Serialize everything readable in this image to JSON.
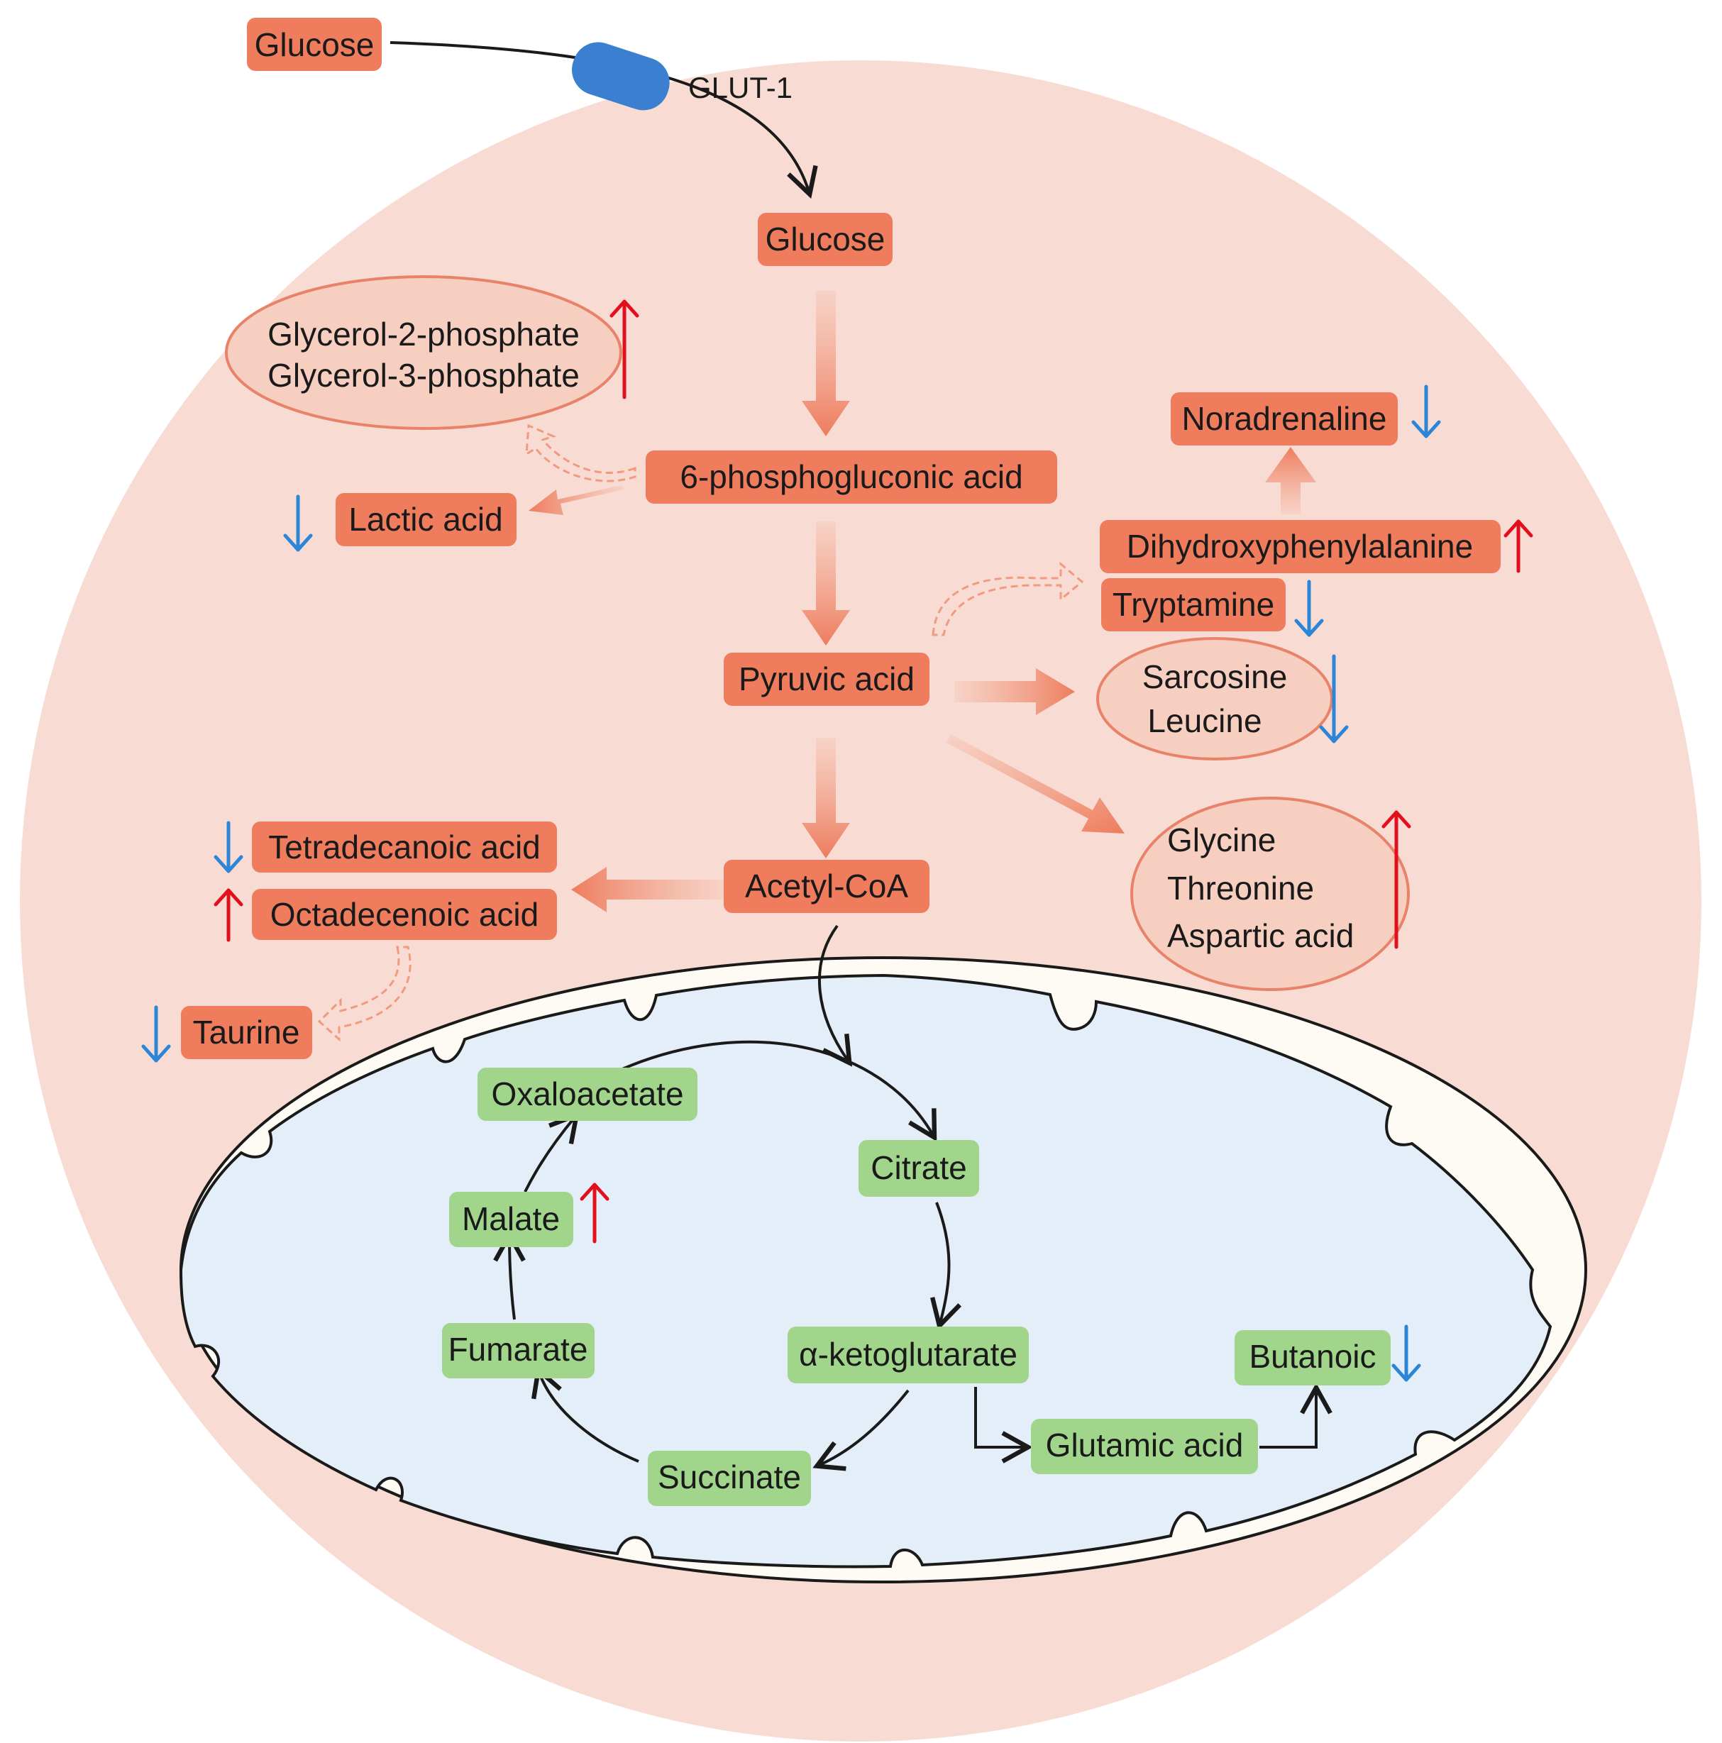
{
  "colors": {
    "cell_fill": "#f8dcd3",
    "metabolite_fill": "#ee7c5d",
    "metabolite_ellipse_fill": "#f6cfc1",
    "metabolite_ellipse_stroke": "#e8836a",
    "mito_fill": "#e4eef8",
    "mito_membrane": "#1a1a1a",
    "mito_metabolite_fill": "#a1d58c",
    "transporter": "#3a7fd0",
    "arrow_flow": "#f09b80",
    "up_arrow": "#e2101d",
    "down_arrow": "#2b86d8"
  },
  "transporter": {
    "label": "GLUT-1"
  },
  "metabolites": {
    "glucose_outside": "Glucose",
    "glucose_inside": "Glucose",
    "glycerol_2_phosphate": "Glycerol-2-phosphate",
    "glycerol_3_phosphate": "Glycerol-3-phosphate",
    "phosphogluconic_acid": "6-phosphogluconic acid",
    "lactic_acid": "Lactic acid",
    "noradrenaline": "Noradrenaline",
    "dihydroxyphenylalanine": "Dihydroxyphenylalanine",
    "tryptamine": "Tryptamine",
    "pyruvic_acid": "Pyruvic acid",
    "sarcosine": "Sarcosine",
    "leucine": "Leucine",
    "glycine": "Glycine",
    "threonine": "Threonine",
    "aspartic_acid": "Aspartic acid",
    "acetyl_coa": "Acetyl-CoA",
    "tetradecanoic_acid": "Tetradecanoic acid",
    "octadecenoic_acid": "Octadecenoic acid",
    "taurine": "Taurine"
  },
  "mitochondria": {
    "oxaloacetate": "Oxaloacetate",
    "citrate": "Citrate",
    "malate": "Malate",
    "fumarate": "Fumarate",
    "alpha_ketoglutarate": "α-ketoglutarate",
    "succinate": "Succinate",
    "glutamic_acid": "Glutamic acid",
    "butanoic": "Butanoic"
  },
  "regulation": {
    "glycerol_phosphates": "up",
    "lactic_acid": "down",
    "noradrenaline": "down",
    "dihydroxyphenylalanine": "up",
    "tryptamine": "down",
    "sarcosine_leucine": "down",
    "glycine_threonine_aspartic": "up",
    "tetradecanoic_acid": "down",
    "octadecenoic_acid": "up",
    "taurine": "down",
    "malate": "up",
    "butanoic": "down"
  }
}
